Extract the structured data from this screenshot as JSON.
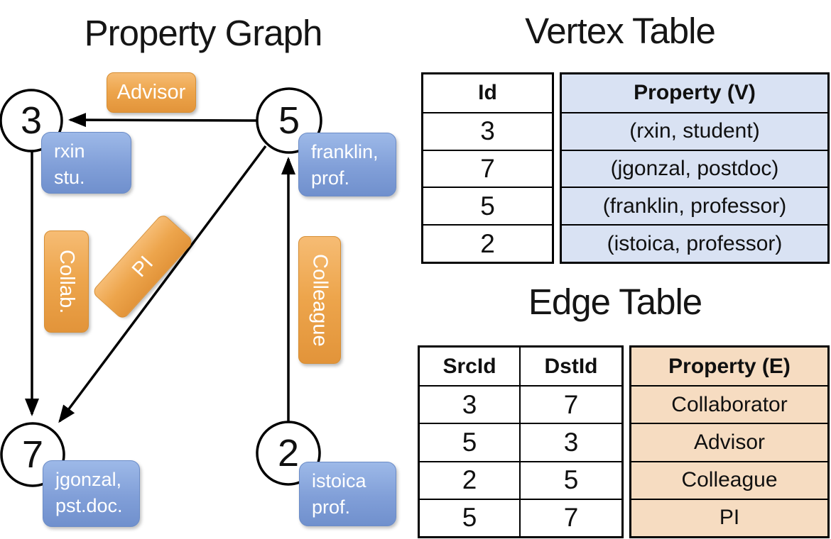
{
  "colors": {
    "edge_label_orange": "#EDA54C",
    "vertex_label_blue": "#84A5DB",
    "vertex_property_bg": "#D9E2F3",
    "edge_property_bg": "#F6DCC1",
    "line_black": "#000000"
  },
  "graph": {
    "title": "Property Graph",
    "nodes": [
      {
        "id": "3",
        "line1": "rxin",
        "line2": "stu."
      },
      {
        "id": "5",
        "line1": "franklin,",
        "line2": "prof."
      },
      {
        "id": "7",
        "line1": "jgonzal,",
        "line2": "pst.doc."
      },
      {
        "id": "2",
        "line1": "istoica",
        "line2": "prof."
      }
    ],
    "edge_labels": [
      {
        "label": "Advisor"
      },
      {
        "label": "Collab."
      },
      {
        "label": "PI"
      },
      {
        "label": "Colleague"
      }
    ]
  },
  "vertex_table": {
    "title": "Vertex Table",
    "headers": {
      "id": "Id",
      "property": "Property (V)"
    },
    "rows": [
      {
        "id": "3",
        "property": "(rxin, student)"
      },
      {
        "id": "7",
        "property": "(jgonzal, postdoc)"
      },
      {
        "id": "5",
        "property": "(franklin, professor)"
      },
      {
        "id": "2",
        "property": "(istoica, professor)"
      }
    ]
  },
  "edge_table": {
    "title": "Edge Table",
    "headers": {
      "src": "SrcId",
      "dst": "DstId",
      "property": "Property (E)"
    },
    "rows": [
      {
        "src": "3",
        "dst": "7",
        "property": "Collaborator"
      },
      {
        "src": "5",
        "dst": "3",
        "property": "Advisor"
      },
      {
        "src": "2",
        "dst": "5",
        "property": "Colleague"
      },
      {
        "src": "5",
        "dst": "7",
        "property": "PI"
      }
    ]
  }
}
